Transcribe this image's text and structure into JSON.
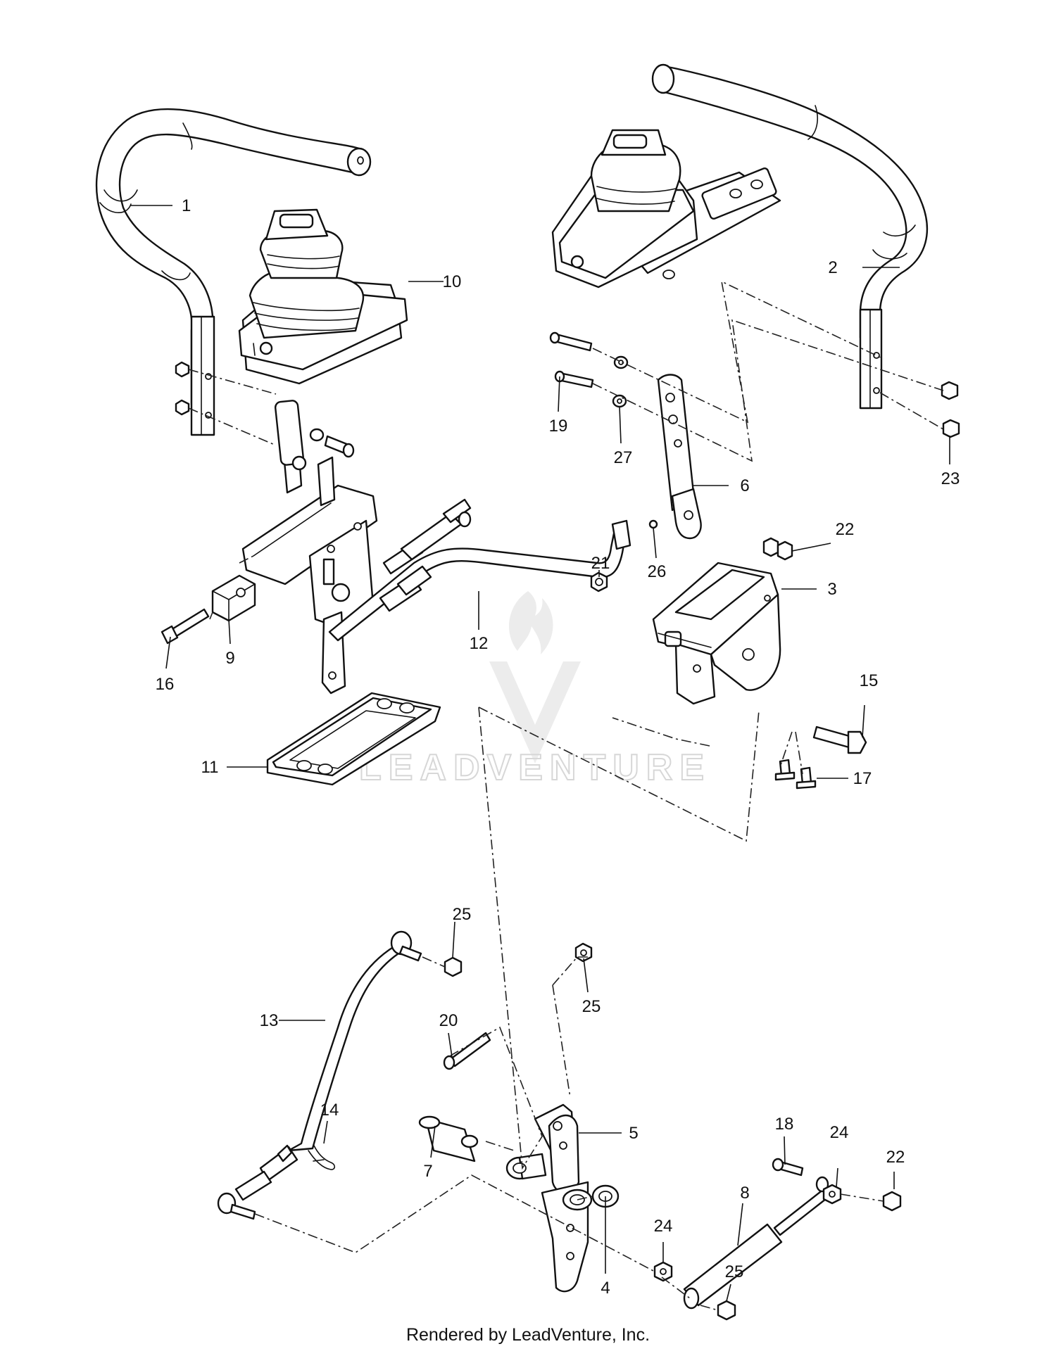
{
  "callouts": {
    "c1": "1",
    "c2": "2",
    "c3": "3",
    "c4": "4",
    "c5": "5",
    "c6": "6",
    "c7": "7",
    "c8": "8",
    "c9": "9",
    "c10": "10",
    "c11": "11",
    "c12": "12",
    "c13": "13",
    "c14": "14",
    "c15": "15",
    "c16": "16",
    "c17": "17",
    "c18": "18",
    "c19": "19",
    "c20": "20",
    "c21": "21",
    "c22a": "22",
    "c22b": "22",
    "c23": "23",
    "c24a": "24",
    "c24b": "24",
    "c25a": "25",
    "c25b": "25",
    "c25c": "25",
    "c26": "26",
    "c27": "27"
  },
  "watermark": {
    "brand": "LEADVENTURE"
  },
  "footer": {
    "credit": "Rendered by LeadVenture, Inc."
  },
  "colors": {
    "line": "#111111",
    "watermark": "#d7d7d7",
    "background": "#ffffff"
  }
}
